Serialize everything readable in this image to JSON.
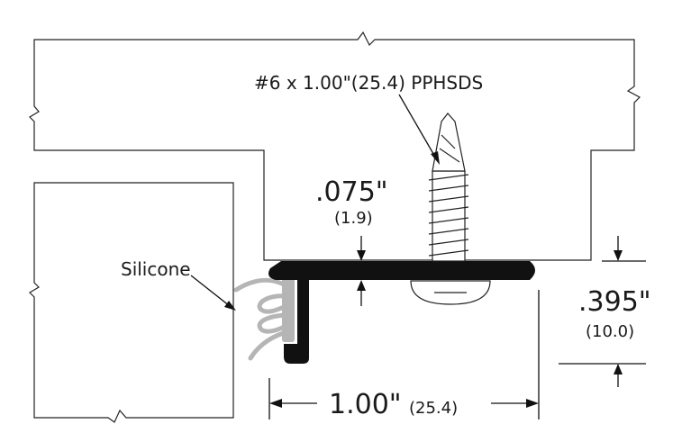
{
  "labels": {
    "screw": "#6 x 1.00\"(25.4) PPHSDS",
    "silicone": "Silicone",
    "thickness_in": ".075\"",
    "thickness_mm": "(1.9)",
    "height_in": ".395\"",
    "height_mm": "(10.0)",
    "width_in": "1.00\"",
    "width_mm": "(25.4)"
  },
  "colors": {
    "profile": "#111111",
    "silicone": "#b5b5b5",
    "line": "#222222",
    "background": "#ffffff"
  }
}
